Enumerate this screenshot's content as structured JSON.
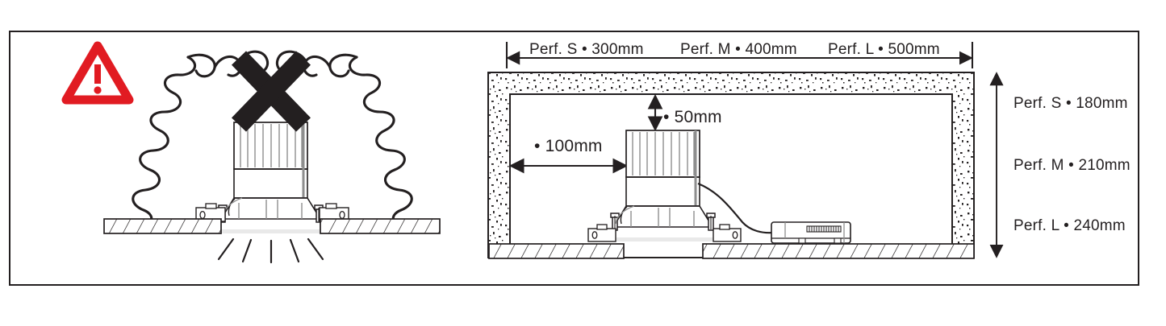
{
  "figure": {
    "kind": "installation-clearance-diagram",
    "panels": [
      {
        "id": "left",
        "meaning": "incorrect-install-insulation-covering-fixture",
        "marker": "black-x-cross",
        "warning_icon": "warning-triangle-icon"
      },
      {
        "id": "right",
        "meaning": "correct-install-clearance-enclosure"
      }
    ]
  },
  "warning": {
    "icon_name": "warning-triangle-icon",
    "color": "#e11b22",
    "glyph": "!"
  },
  "left_panel": {
    "fixture_name": "recessed-led-downlight",
    "insulation_name": "loose-fill-insulation-squiggle",
    "cross_name": "prohibition-cross",
    "ceiling_name": "hatched-ceiling-board",
    "light_rays_count": 5
  },
  "right_panel": {
    "enclosure_name": "insulated-enclosure-box",
    "ceiling_name": "hatched-ceiling-board",
    "fixture_name": "recessed-led-downlight",
    "driver_name": "led-driver-box",
    "cable_name": "driver-cable"
  },
  "top_dimensions": {
    "label": "enclosure-width",
    "entries": [
      {
        "model": "Perf. S",
        "sep": "•",
        "value": "300mm",
        "text": "Perf. S •  300mm"
      },
      {
        "model": "Perf. M",
        "sep": "•",
        "value": "400mm",
        "text": "Perf. M •  400mm"
      },
      {
        "model": "Perf. L",
        "sep": "•",
        "value": "500mm",
        "text": "Perf. L •  500mm"
      }
    ]
  },
  "side_dimensions": {
    "label": "enclosure-height",
    "entries": [
      {
        "model": "Perf. S",
        "sep": "•",
        "value": "180mm",
        "text": "Perf. S •  180mm"
      },
      {
        "model": "Perf. M",
        "sep": "•",
        "value": "210mm",
        "text": "Perf. M •  210mm"
      },
      {
        "model": "Perf. L",
        "sep": "•",
        "value": "240mm",
        "text": "Perf. L •  240mm"
      }
    ]
  },
  "inner_dimensions": {
    "top_clearance": {
      "sep": "•",
      "value": "50mm",
      "text": "•  50mm"
    },
    "side_clearance": {
      "sep": "•",
      "value": "100mm",
      "text": "•  100mm"
    }
  },
  "colors": {
    "line": "#231f20",
    "warning_red": "#e11b22",
    "fixture_gray": "#8e8e8e",
    "background": "#ffffff"
  }
}
